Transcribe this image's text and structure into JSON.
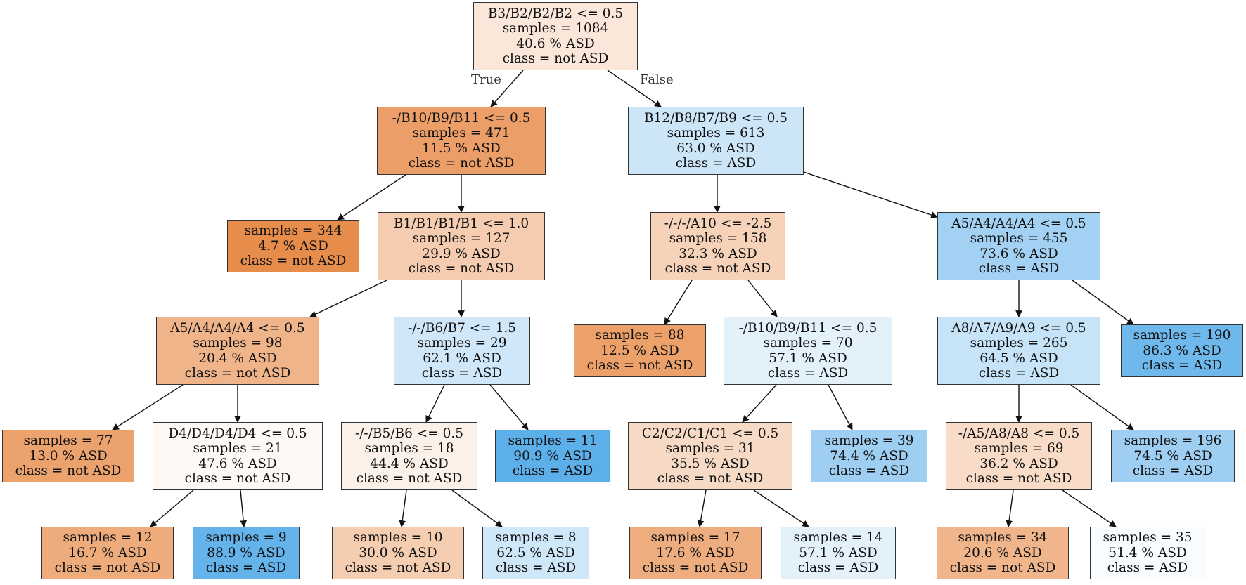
{
  "colors": {
    "not_asd": "#e58139",
    "asd": "#399de5"
  },
  "edge_labels": {
    "true_label": "True",
    "false_label": "False"
  },
  "nodes": [
    {
      "id": "n0",
      "lines": [
        "B3/B2/B2/B2 <= 0.5",
        "samples = 1084",
        "40.6 % ASD",
        "class = not ASD"
      ],
      "class": "not ASD",
      "asd_pct": 40.6
    },
    {
      "id": "n1",
      "lines": [
        "-/B10/B9/B11 <= 0.5",
        "samples = 471",
        "11.5 % ASD",
        "class = not ASD"
      ],
      "class": "not ASD",
      "asd_pct": 11.5
    },
    {
      "id": "n2",
      "lines": [
        "samples = 344",
        "4.7 % ASD",
        "class = not ASD"
      ],
      "class": "not ASD",
      "asd_pct": 4.7
    },
    {
      "id": "n3",
      "lines": [
        "B1/B1/B1/B1 <= 1.0",
        "samples = 127",
        "29.9 % ASD",
        "class = not ASD"
      ],
      "class": "not ASD",
      "asd_pct": 29.9
    },
    {
      "id": "n4",
      "lines": [
        "A5/A4/A4/A4 <= 0.5",
        "samples = 98",
        "20.4 % ASD",
        "class = not ASD"
      ],
      "class": "not ASD",
      "asd_pct": 20.4
    },
    {
      "id": "n5",
      "lines": [
        "samples = 77",
        "13.0 % ASD",
        "class = not ASD"
      ],
      "class": "not ASD",
      "asd_pct": 13.0
    },
    {
      "id": "n6",
      "lines": [
        "D4/D4/D4/D4 <= 0.5",
        "samples = 21",
        "47.6 % ASD",
        "class = not ASD"
      ],
      "class": "not ASD",
      "asd_pct": 47.6
    },
    {
      "id": "n7",
      "lines": [
        "samples = 12",
        "16.7 % ASD",
        "class = not ASD"
      ],
      "class": "not ASD",
      "asd_pct": 16.7
    },
    {
      "id": "n8",
      "lines": [
        "samples = 9",
        "88.9 % ASD",
        "class = ASD"
      ],
      "class": "ASD",
      "asd_pct": 88.9
    },
    {
      "id": "n9",
      "lines": [
        "-/-/B6/B7 <= 1.5",
        "samples = 29",
        "62.1 % ASD",
        "class = ASD"
      ],
      "class": "ASD",
      "asd_pct": 62.1
    },
    {
      "id": "n10",
      "lines": [
        "-/-/B5/B6 <= 0.5",
        "samples = 18",
        "44.4 % ASD",
        "class = not ASD"
      ],
      "class": "not ASD",
      "asd_pct": 44.4
    },
    {
      "id": "n11",
      "lines": [
        "samples = 10",
        "30.0 % ASD",
        "class = not ASD"
      ],
      "class": "not ASD",
      "asd_pct": 30.0
    },
    {
      "id": "n12",
      "lines": [
        "samples = 8",
        "62.5 % ASD",
        "class = ASD"
      ],
      "class": "ASD",
      "asd_pct": 62.5
    },
    {
      "id": "n13",
      "lines": [
        "samples = 11",
        "90.9 % ASD",
        "class = ASD"
      ],
      "class": "ASD",
      "asd_pct": 90.9
    },
    {
      "id": "n14",
      "lines": [
        "B12/B8/B7/B9 <= 0.5",
        "samples = 613",
        "63.0 % ASD",
        "class = ASD"
      ],
      "class": "ASD",
      "asd_pct": 63.0
    },
    {
      "id": "n15",
      "lines": [
        "-/-/-/A10 <= -2.5",
        "samples = 158",
        "32.3 % ASD",
        "class = not ASD"
      ],
      "class": "not ASD",
      "asd_pct": 32.3
    },
    {
      "id": "n16",
      "lines": [
        "samples = 88",
        "12.5 % ASD",
        "class = not ASD"
      ],
      "class": "not ASD",
      "asd_pct": 12.5
    },
    {
      "id": "n17",
      "lines": [
        "-/B10/B9/B11 <= 0.5",
        "samples = 70",
        "57.1 % ASD",
        "class = ASD"
      ],
      "class": "ASD",
      "asd_pct": 57.1
    },
    {
      "id": "n18",
      "lines": [
        "C2/C2/C1/C1 <= 0.5",
        "samples = 31",
        "35.5 % ASD",
        "class = not ASD"
      ],
      "class": "not ASD",
      "asd_pct": 35.5
    },
    {
      "id": "n19",
      "lines": [
        "samples = 17",
        "17.6 % ASD",
        "class = not ASD"
      ],
      "class": "not ASD",
      "asd_pct": 17.6
    },
    {
      "id": "n20",
      "lines": [
        "samples = 14",
        "57.1 % ASD",
        "class = ASD"
      ],
      "class": "ASD",
      "asd_pct": 57.1
    },
    {
      "id": "n21",
      "lines": [
        "samples = 39",
        "74.4 % ASD",
        "class = ASD"
      ],
      "class": "ASD",
      "asd_pct": 74.4
    },
    {
      "id": "n22",
      "lines": [
        "A5/A4/A4/A4 <= 0.5",
        "samples = 455",
        "73.6 % ASD",
        "class = ASD"
      ],
      "class": "ASD",
      "asd_pct": 73.6
    },
    {
      "id": "n23",
      "lines": [
        "A8/A7/A9/A9 <= 0.5",
        "samples = 265",
        "64.5 % ASD",
        "class = ASD"
      ],
      "class": "ASD",
      "asd_pct": 64.5
    },
    {
      "id": "n24",
      "lines": [
        "-/A5/A8/A8 <= 0.5",
        "samples = 69",
        "36.2 % ASD",
        "class = not ASD"
      ],
      "class": "not ASD",
      "asd_pct": 36.2
    },
    {
      "id": "n25",
      "lines": [
        "samples = 34",
        "20.6 % ASD",
        "class = not ASD"
      ],
      "class": "not ASD",
      "asd_pct": 20.6
    },
    {
      "id": "n26",
      "lines": [
        "samples = 35",
        "51.4 % ASD",
        "class = ASD"
      ],
      "class": "ASD",
      "asd_pct": 51.4
    },
    {
      "id": "n27",
      "lines": [
        "samples = 196",
        "74.5 % ASD",
        "class = ASD"
      ],
      "class": "ASD",
      "asd_pct": 74.5
    },
    {
      "id": "n28",
      "lines": [
        "samples = 190",
        "86.3 % ASD",
        "class = ASD"
      ],
      "class": "ASD",
      "asd_pct": 86.3
    }
  ],
  "edges": [
    [
      "n0",
      "n1"
    ],
    [
      "n0",
      "n14"
    ],
    [
      "n1",
      "n2"
    ],
    [
      "n1",
      "n3"
    ],
    [
      "n3",
      "n4"
    ],
    [
      "n3",
      "n9"
    ],
    [
      "n4",
      "n5"
    ],
    [
      "n4",
      "n6"
    ],
    [
      "n6",
      "n7"
    ],
    [
      "n6",
      "n8"
    ],
    [
      "n9",
      "n10"
    ],
    [
      "n9",
      "n13"
    ],
    [
      "n10",
      "n11"
    ],
    [
      "n10",
      "n12"
    ],
    [
      "n14",
      "n15"
    ],
    [
      "n14",
      "n22"
    ],
    [
      "n15",
      "n16"
    ],
    [
      "n15",
      "n17"
    ],
    [
      "n17",
      "n18"
    ],
    [
      "n17",
      "n21"
    ],
    [
      "n18",
      "n19"
    ],
    [
      "n18",
      "n20"
    ],
    [
      "n22",
      "n23"
    ],
    [
      "n22",
      "n28"
    ],
    [
      "n23",
      "n24"
    ],
    [
      "n23",
      "n27"
    ],
    [
      "n24",
      "n25"
    ],
    [
      "n24",
      "n26"
    ]
  ]
}
